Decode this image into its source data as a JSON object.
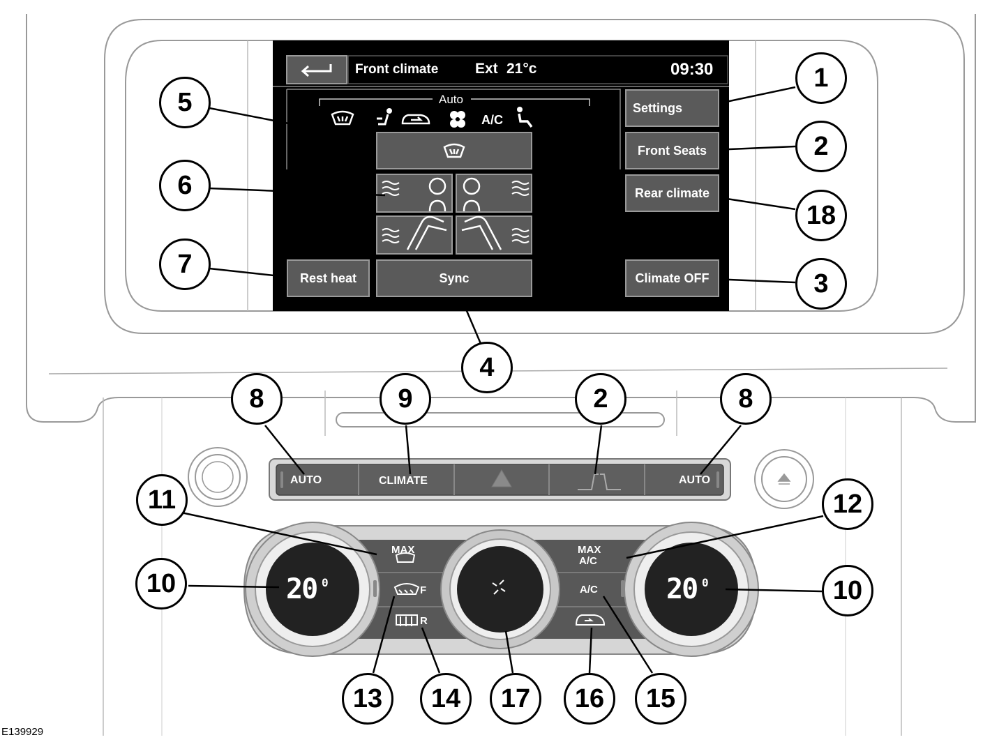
{
  "screen": {
    "back_icon": "back-arrow-icon",
    "title": "Front climate",
    "ext_label": "Ext",
    "ext_temp": "21°c",
    "time": "09:30",
    "auto_label": "Auto",
    "auto_icons": [
      "defrost-icon",
      "face-vent-icon",
      "recirculation-icon",
      "fan-icon",
      "seat-occupant-icon"
    ],
    "ac_label": "A/C",
    "buttons": {
      "settings": "Settings",
      "front_seats": "Front Seats",
      "rear_climate": "Rear climate",
      "climate_off": "Climate OFF",
      "rest_heat": "Rest heat",
      "sync": "Sync"
    }
  },
  "upper_panel": {
    "auto_left": "AUTO",
    "climate": "CLIMATE",
    "hazard_icon": "hazard-triangle-icon",
    "seat_icon": "seats-icon",
    "auto_right": "AUTO",
    "eject_icon": "eject-icon"
  },
  "lower_panel": {
    "left_temp_main": "20",
    "left_temp_decimal": "0",
    "right_temp_main": "20",
    "right_temp_decimal": "0",
    "max_defrost_line": "MAX",
    "front_defrost_suffix": "F",
    "rear_defrost_suffix": "R",
    "max_ac_line1": "MAX",
    "max_ac_line2": "A/C",
    "ac": "A/C",
    "fan_icon": "fan-icon",
    "recirc_icon": "recirculation-icon"
  },
  "callouts": [
    "1",
    "2",
    "18",
    "3",
    "5",
    "6",
    "7",
    "4",
    "8",
    "9",
    "2",
    "8",
    "11",
    "12",
    "10",
    "10",
    "13",
    "14",
    "17",
    "16",
    "15"
  ],
  "figure_id": "E139929",
  "colors": {
    "screen_bg": "#000000",
    "button_fill": "#5a5a5a",
    "line": "#000000"
  }
}
